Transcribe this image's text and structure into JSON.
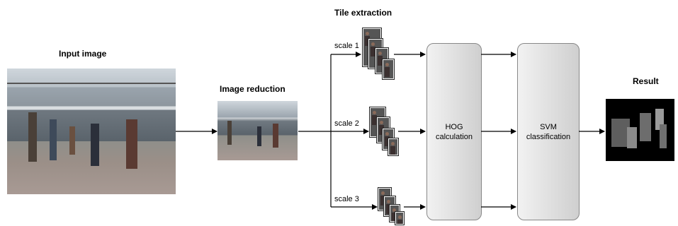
{
  "labels": {
    "input_image": "Input image",
    "image_reduction": "Image reduction",
    "tile_extraction": "Tile extraction",
    "result": "Result"
  },
  "scales": [
    "scale 1",
    "scale 2",
    "scale 3"
  ],
  "boxes": {
    "hog": "HOG\ncalculation",
    "svm": "SVM\nclassification"
  }
}
